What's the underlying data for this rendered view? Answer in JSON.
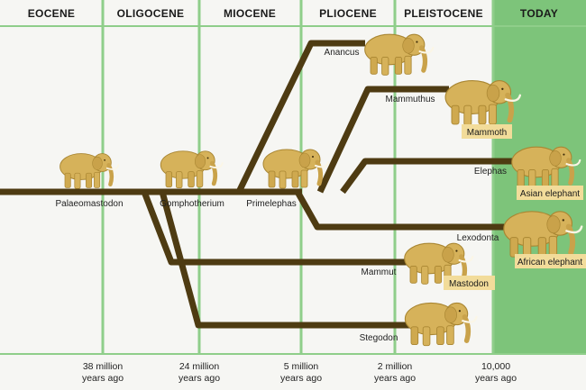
{
  "eras": [
    "EOCENE",
    "OLIGOCENE",
    "MIOCENE",
    "PLIOCENE",
    "PLEISTOCENE",
    "TODAY"
  ],
  "species": {
    "palaeomastodon": "Palaeomastodon",
    "gomphotherium": "Gomphotherium",
    "primelephas": "Primelephas",
    "anancus": "Anancus",
    "mammuthus": "Mammuthus",
    "elephas": "Elephas",
    "lexodonta": "Lexodonta",
    "mammut": "Mammut",
    "stegodon": "Stegodon"
  },
  "common_names": {
    "mammoth": "Mammoth",
    "asian_elephant": "Asian elephant",
    "african_elephant": "African elephant",
    "mastodon": "Mastodon"
  },
  "timeline": [
    {
      "line1": "38 million",
      "line2": "years ago"
    },
    {
      "line1": "24 million",
      "line2": "years ago"
    },
    {
      "line1": "5 million",
      "line2": "years ago"
    },
    {
      "line1": "2 million",
      "line2": "years ago"
    },
    {
      "line1": "10,000",
      "line2": "years ago"
    }
  ],
  "colors": {
    "background": "#f6f6f3",
    "today_band": "#7dc47a",
    "era_divider": "#8fce8a",
    "branch": "#4e3b12",
    "animal": "#d6b25a",
    "label_box": "#f2dc9a"
  },
  "icons": [
    "elephant-icon"
  ]
}
